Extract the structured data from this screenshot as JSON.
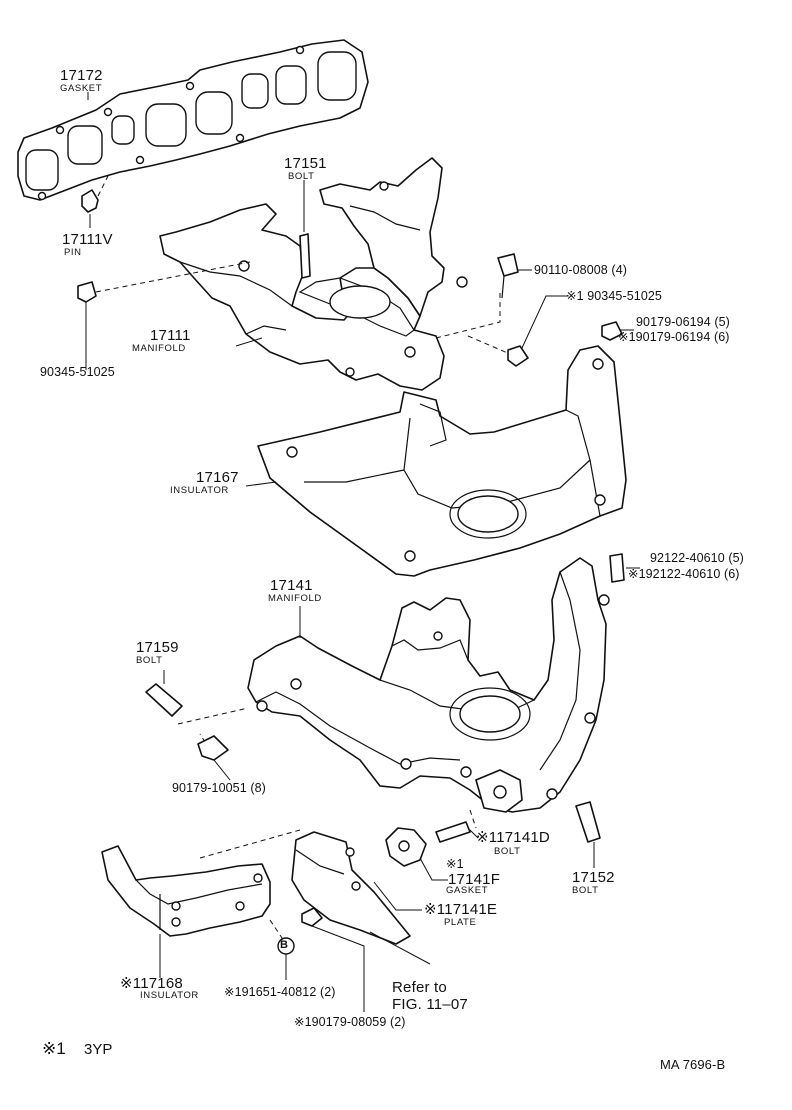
{
  "parts": {
    "p17172": {
      "number": "17172",
      "name": "GASKET"
    },
    "p17111V": {
      "number": "17111V",
      "name": "PIN"
    },
    "p17151": {
      "number": "17151",
      "name": "BOLT"
    },
    "p17111": {
      "number": "17111",
      "name": "MANIFOLD"
    },
    "p90345": {
      "number": "90345-51025"
    },
    "p90110": {
      "number": "90110-08008 (4)"
    },
    "p90345s": {
      "number": "※1 90345-51025"
    },
    "p90179a": {
      "number": "90179-06194 (5)"
    },
    "p90179b": {
      "number": "※190179-06194 (6)"
    },
    "p17167": {
      "number": "17167",
      "name": "INSULATOR"
    },
    "p92122a": {
      "number": "92122-40610 (5)"
    },
    "p92122b": {
      "number": "※192122-40610 (6)"
    },
    "p17141": {
      "number": "17141",
      "name": "MANIFOLD"
    },
    "p17159": {
      "number": "17159",
      "name": "BOLT"
    },
    "p90179c": {
      "number": "90179-10051 (8)"
    },
    "p17141D": {
      "number": "※117141D",
      "name": "BOLT"
    },
    "p17141F": {
      "prefix": "※1",
      "number": "17141F",
      "name": "GASKET"
    },
    "p17152": {
      "number": "17152",
      "name": "BOLT"
    },
    "p17141E": {
      "number": "※117141E",
      "name": "PLATE"
    },
    "p17168": {
      "number": "※117168",
      "name": "INSULATOR"
    },
    "p191651": {
      "number": "※191651-40812 (2)"
    },
    "p190179": {
      "number": "※190179-08059 (2)"
    }
  },
  "marker_b": "B",
  "refer": {
    "line1": "Refer to",
    "line2": "FIG. 11–07"
  },
  "footnote": {
    "mark": "※1",
    "text": "3YP"
  },
  "figure_id": "MA 7696-B"
}
